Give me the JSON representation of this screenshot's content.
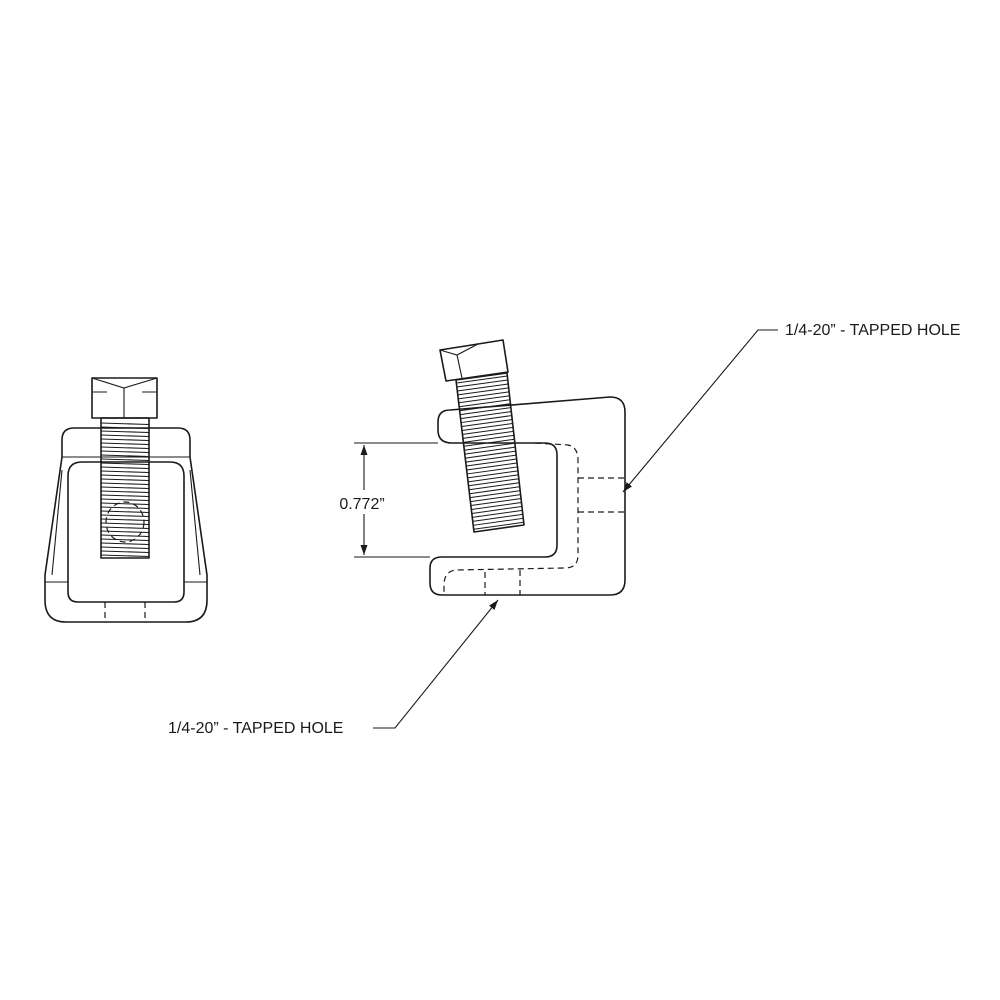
{
  "drawing": {
    "dimension_label": "0.772”",
    "callout_top": "1/4-20” - TAPPED HOLE",
    "callout_bottom": "1/4-20” - TAPPED HOLE"
  }
}
